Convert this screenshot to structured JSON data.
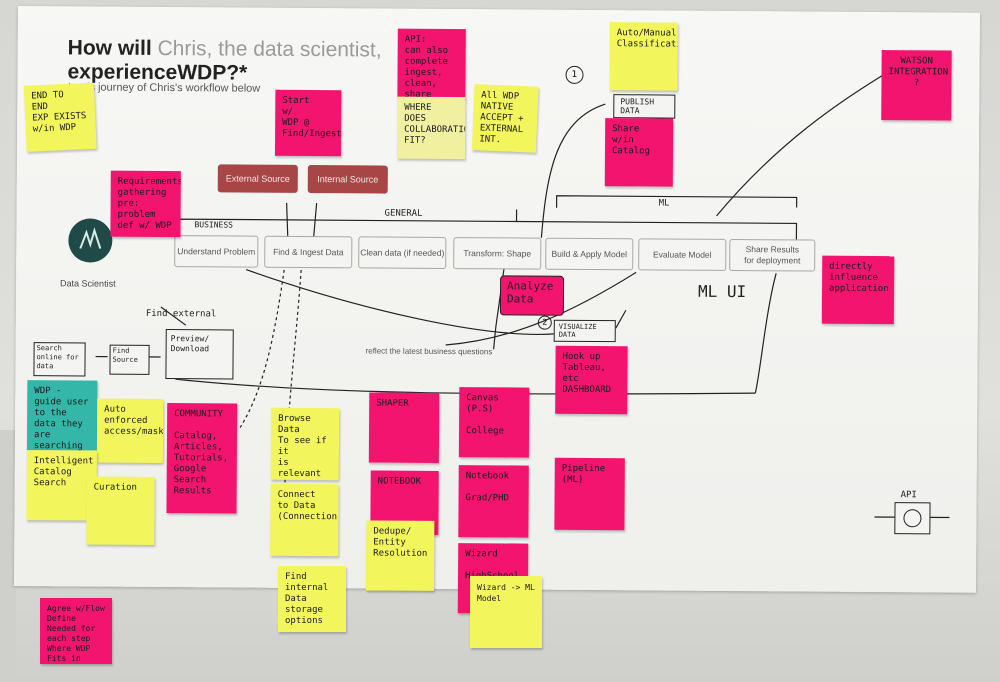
{
  "poster": {
    "title_part1": "How will ",
    "title_highlight": "Chris, the data scientist,",
    "title_part2": "experienceWDP?*",
    "subtitle": "*as-is journey of Chris's workflow below",
    "persona_label": "Data Scientist"
  },
  "sources": {
    "external": "External Source",
    "internal": "Internal Source"
  },
  "stages": [
    "Understand Problem",
    "Find & Ingest Data",
    "Clean data (if needed)",
    "Transform: Shape",
    "Build & Apply Model",
    "Evaluate Model",
    "Share Results\nfor deployment"
  ],
  "annotations": {
    "business": "BUSINESS",
    "general": "GENERAL",
    "ml": "ML",
    "ml_ui": "ML UI",
    "find_external": "Find external",
    "reflect": "reflect the latest business questions",
    "search_online": "Search\nonline for\ndata",
    "find_source": "Find\nSource",
    "preview_download": "Preview/\nDownload",
    "analyze_data": "Analyze\nData",
    "visualize_data": "VISUALIZE\nDATA",
    "publish_data": "PUBLISH\nDATA",
    "api": "API",
    "circle_one": "1",
    "circle_two": "2"
  },
  "notes": {
    "end_to_end": "END TO\nEND\nEXP EXISTS\nw/in WDP",
    "api_ingest": "API:\ncan also\ncomplete\ningest, clean,\nshare",
    "start_wdp": "Start\nw/\nWDP @\nFind/Ingest",
    "where_collab": "WHERE\nDOES\nCOLLABORATION\nFIT?",
    "all_wdp_native": "All WDP\nNATIVE\nACCEPT +\nEXTERNAL INT.",
    "auto_manual": "Auto/Manual\nClassifications",
    "share_catalog": "Share\nw/in Catalog",
    "watson": "WATSON\nINTEGRATION\n?",
    "requirements": "Requirements\ngathering\npre: problem\ndef w/ WDP",
    "directly": "directly\ninfluence\napplication",
    "hook_up": "Hook up\nTableau,\netc\nDASHBOARD",
    "wdp_guide": "WDP -\nguide user\nto the data they\nare searching for",
    "auto_enforced": "Auto enforced\naccess/mask",
    "community": "COMMUNITY\n\nCatalog,\nArticles,\nTutorials,\nGoogle\nSearch Results",
    "browse_data": "Browse Data\nTo see if it\nis relevant\nAsk Data?\nor Samples?",
    "shaper": "SHAPER",
    "canvas": "Canvas (P.S)\n\nCollege",
    "intelligent": "Intelligent\nCatalog\nSearch",
    "curation": "Curation",
    "connect_data": "Connect to Data\n(Connection)",
    "notebook_caps": "NOTEBOOK",
    "notebook": "Notebook\n\nGrad/PHD",
    "pipeline": "Pipeline (ML)",
    "dedupe": "Dedupe/\nEntity\nResolution",
    "wizard": "Wizard\n\nHighSchool",
    "find_internal": "Find internal\nData storage\noptions",
    "wizard_ml": "Wizard -> ML Model",
    "agree_flow": "Agree w/Flow\nDefine\nNeeded for\neach step\nWhere WDP\nFits in"
  },
  "colors": {
    "pink": "#f2146f",
    "yellow": "#f2f55c",
    "teal": "#34b6a8",
    "source_red": "#a84646",
    "persona_dark": "#1f4a48"
  }
}
